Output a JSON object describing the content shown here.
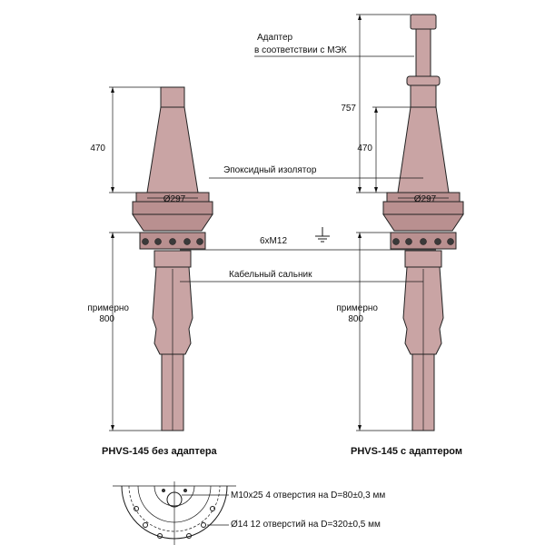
{
  "dimensions": {
    "insulator_height": "470",
    "total_height": "757",
    "flange_diameter": "Ø297",
    "cable_length_line1": "примерно",
    "cable_length_line2": "800"
  },
  "labels": {
    "adapter_line1": "Адаптер",
    "adapter_line2": "в соответствии с МЭК",
    "epoxy_insulator": "Эпоксидный изолятор",
    "bolts": "6хМ12",
    "cable_gland": "Кабельный сальник"
  },
  "captions": {
    "left": "PHVS-145 без адаптера",
    "right": "PHVS-145 с адаптером"
  },
  "holes": {
    "inner": "М10х25 4 отверстия на D=80±0,3 мм",
    "outer": "Ø14 12 отверстий на D=320±0,5 мм"
  },
  "icons": {
    "ground": "ground-symbol-icon"
  },
  "colors": {
    "body": "#c9a4a4",
    "flange": "#b99090",
    "bolt": "#3a3a3a"
  }
}
